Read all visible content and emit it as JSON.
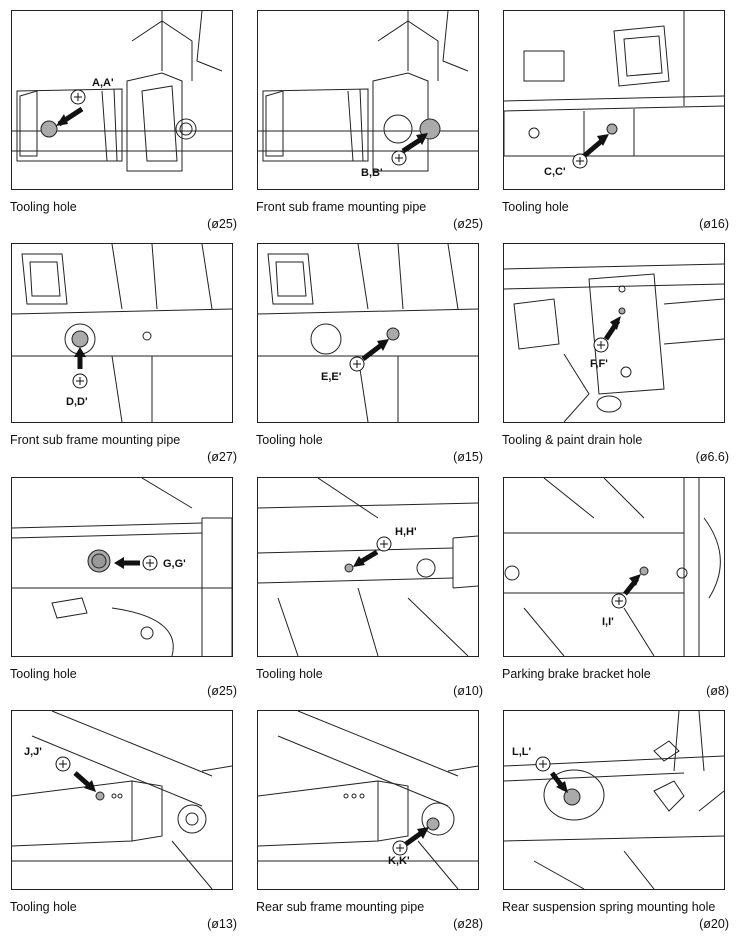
{
  "panels": [
    {
      "label": "Tooling hole",
      "size": "(ø25)",
      "callout": "A,A'"
    },
    {
      "label": "Front sub frame mounting pipe",
      "size": "(ø25)",
      "callout": "B,B'"
    },
    {
      "label": "Tooling hole",
      "size": "(ø16)",
      "callout": "C,C'"
    },
    {
      "label": "Front sub frame mounting pipe",
      "size": "(ø27)",
      "callout": "D,D'"
    },
    {
      "label": "Tooling hole",
      "size": "(ø15)",
      "callout": "E,E'"
    },
    {
      "label": "Tooling & paint drain hole",
      "size": "(ø6.6)",
      "callout": "F,F'"
    },
    {
      "label": "Tooling hole",
      "size": "(ø25)",
      "callout": "G,G'"
    },
    {
      "label": "Tooling hole",
      "size": "(ø10)",
      "callout": "H,H'"
    },
    {
      "label": "Parking brake bracket hole",
      "size": "(ø8)",
      "callout": "I,I'"
    },
    {
      "label": "Tooling hole",
      "size": "(ø13)",
      "callout": "J,J'"
    },
    {
      "label": "Rear sub frame mounting pipe",
      "size": "(ø28)",
      "callout": "K,K'"
    },
    {
      "label": "Rear suspension spring mounting hole",
      "size": "(ø20)",
      "callout": "L,L'"
    }
  ]
}
